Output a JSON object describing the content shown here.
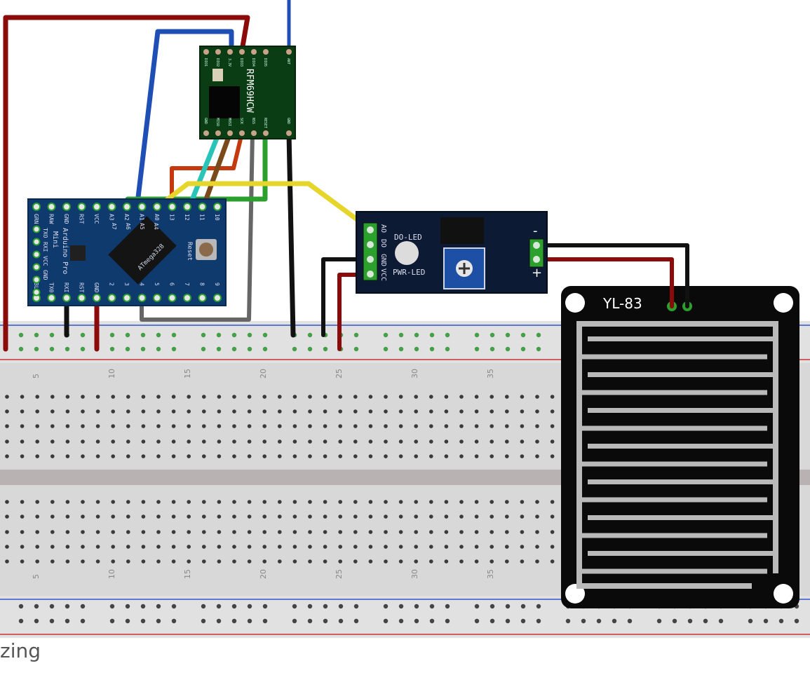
{
  "modules": {
    "radio": {
      "name": "RFM69HCW",
      "top_pins": [
        "DIO1",
        "DIO2",
        "3.3V",
        "DIO3",
        "DIO4",
        "DIO5",
        "ANT"
      ],
      "bottom_pins": [
        "GND",
        "MISO",
        "MOSI",
        "SCK",
        "NSS",
        "RESET",
        "GND"
      ]
    },
    "arduino": {
      "line1": "Arduino Pro",
      "line2": "Mini",
      "chip": "ATmega328",
      "reset": "Reset",
      "top_pins": [
        "GRN",
        "RAW",
        "GND",
        "RST",
        "VCC",
        "A3",
        "A2",
        "A1",
        "A0",
        "13",
        "12",
        "11",
        "10"
      ],
      "bottom_pins": [
        "BLK",
        "TX0",
        "RXI",
        "RST",
        "GND",
        "2",
        "3",
        "4",
        "5",
        "6",
        "7",
        "8",
        "9"
      ],
      "side_pins": [
        "TXO",
        "RXI",
        "VCC",
        "GND",
        "A7",
        "A6",
        "A5",
        "A4"
      ]
    },
    "sensor_board": {
      "do_led": "DO-LED",
      "pwr_led": "PWR-LED",
      "pins": [
        "AO",
        "DO",
        "GND",
        "VCC"
      ],
      "minus": "-",
      "plus": "+"
    },
    "rain_plate": {
      "label": "YL-83"
    }
  },
  "breadboard": {
    "column_numbers": [
      "5",
      "10",
      "15",
      "20",
      "25",
      "30",
      "35"
    ]
  },
  "footer_text": "zing",
  "colors": {
    "red": "#8b0a0a",
    "blue": "#1f4fb5",
    "black": "#111111",
    "green": "#2ca02c",
    "yellow": "#e6d52a",
    "gray": "#666666",
    "brown": "#7a4a1a",
    "cyan": "#29c4b8",
    "board_green": "#0b3d14",
    "arduino_blue": "#0e3a6e",
    "sensor_navy": "#0c1a33"
  }
}
